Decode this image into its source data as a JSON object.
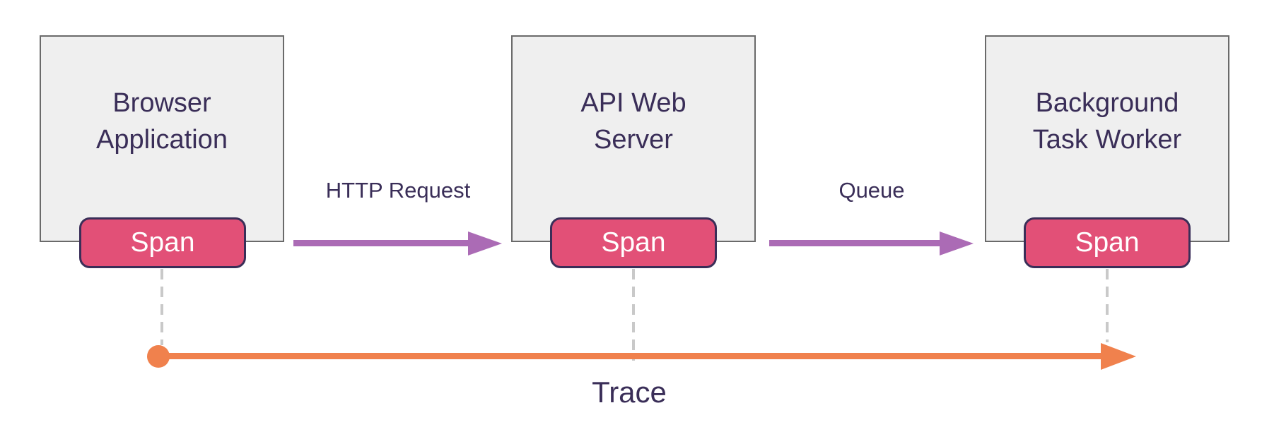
{
  "diagram": {
    "nodes": [
      {
        "title_lines": [
          "Browser",
          "Application"
        ],
        "badge": "Span"
      },
      {
        "title_lines": [
          "API Web",
          "Server"
        ],
        "badge": "Span"
      },
      {
        "title_lines": [
          "Background",
          "Task Worker"
        ],
        "badge": "Span"
      }
    ],
    "edges": [
      {
        "label": "HTTP Request"
      },
      {
        "label": "Queue"
      }
    ],
    "trace_label": "Trace",
    "colors": {
      "node_fill": "#efefef",
      "node_border": "#6a6a6a",
      "title_text": "#3a2e58",
      "span_fill": "#e25077",
      "span_border": "#3a2e58",
      "span_text": "#ffffff",
      "edge_arrow": "#ab6bb5",
      "trace_arrow": "#f0814d",
      "dropline": "#c9c9c9",
      "background": "#ffffff"
    }
  }
}
